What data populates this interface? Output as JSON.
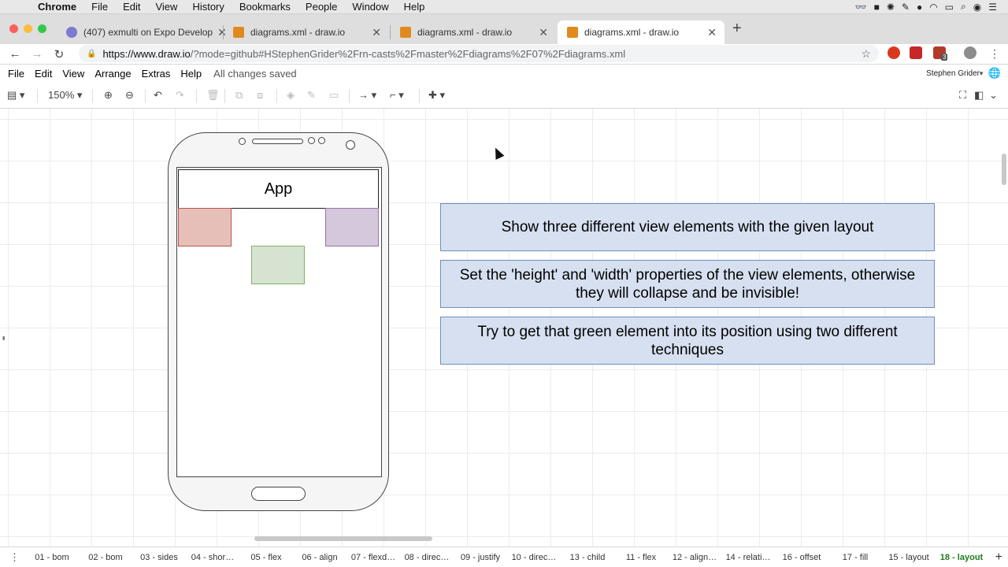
{
  "mac_menu": {
    "apple": "",
    "items": [
      "Chrome",
      "File",
      "Edit",
      "View",
      "History",
      "Bookmarks",
      "People",
      "Window",
      "Help"
    ],
    "status_icons": [
      "glasses-icon",
      "elephant-icon",
      "hedgehog-icon",
      "pen-icon",
      "record-icon",
      "wifi-icon",
      "battery-icon",
      "search-icon",
      "siri-icon",
      "list-icon"
    ]
  },
  "browser": {
    "tabs": [
      {
        "title": "(407) exmulti on Expo Develop",
        "active": false,
        "favicon_color": "#7b7bd1"
      },
      {
        "title": "diagrams.xml - draw.io",
        "active": false,
        "favicon_color": "#e08a1e"
      },
      {
        "title": "diagrams.xml - draw.io",
        "active": false,
        "favicon_color": "#e08a1e"
      },
      {
        "title": "diagrams.xml - draw.io",
        "active": true,
        "favicon_color": "#e08a1e"
      }
    ],
    "new_tab": "+",
    "url_host": "https://www.draw.io",
    "url_rest": "/?mode=github#HStephenGrider%2Frn-casts%2Fmaster%2Fdiagrams%2F07%2Fdiagrams.xml",
    "extension_badge": "3"
  },
  "drawio": {
    "menus": [
      "File",
      "Edit",
      "View",
      "Arrange",
      "Extras",
      "Help"
    ],
    "saved_status": "All changes saved",
    "user": "Stephen Grider",
    "zoom": "150%"
  },
  "diagram": {
    "app_header": "App",
    "notes": [
      "Show three different view elements with the given layout",
      "Set the 'height' and 'width' properties of the view elements, otherwise they will collapse and be invisible!",
      "Try to get that green element into its position using two different techniques"
    ]
  },
  "pages": {
    "tabs": [
      "01 - bom",
      "02 - bom",
      "03 - sides",
      "04 - shor…",
      "05 - flex",
      "06 - align",
      "07 - flexd…",
      "08 - direc…",
      "09 - justify",
      "10 - direc…",
      "13 - child",
      "11 - flex",
      "12 - align…",
      "14 - relati…",
      "16 - offset",
      "17 - fill",
      "15 - layout",
      "18 - layout"
    ],
    "active_index": 17,
    "add": "+"
  },
  "colors": {
    "note_fill": "#d6e0f0",
    "note_border": "#6c8ebf",
    "red_fill": "#e6c0b8",
    "purple_fill": "#d5c8dc",
    "green_fill": "#d5e3d0",
    "active_page": "#1e7d1e"
  }
}
